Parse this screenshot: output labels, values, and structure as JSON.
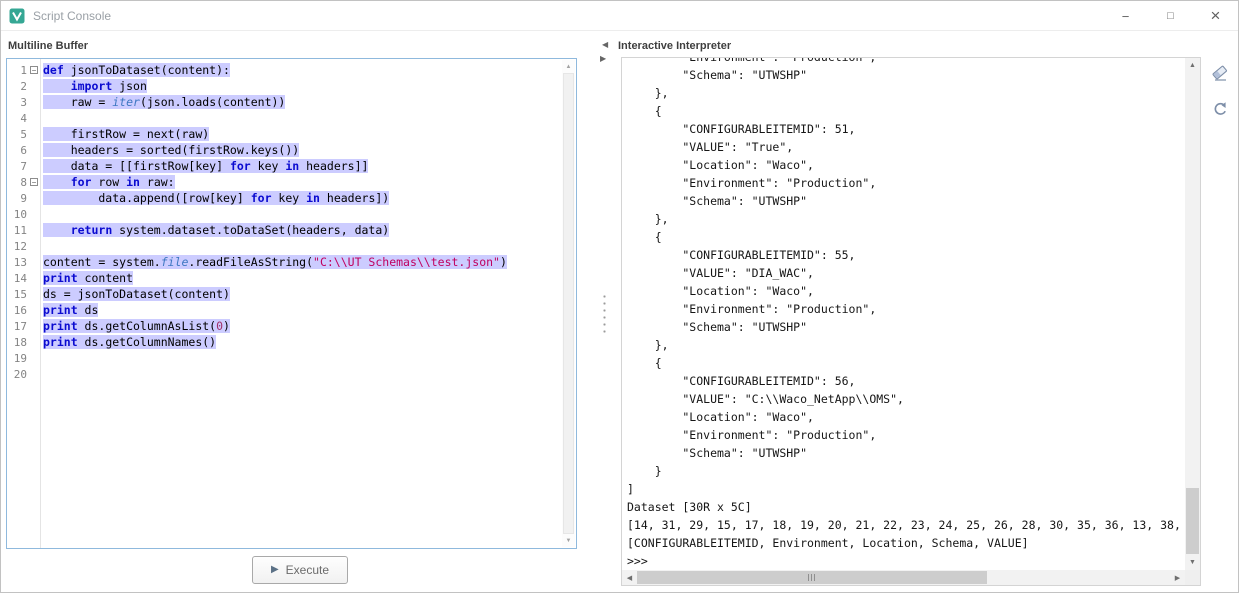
{
  "window": {
    "title": "Script Console"
  },
  "icons": {
    "minimize": "−",
    "maximize": "□",
    "close": "×",
    "play": "▶",
    "collapse_left": "◀",
    "collapse_right": "▶",
    "up": "▲",
    "down": "▼",
    "left": "◀",
    "right": "▶"
  },
  "left_panel": {
    "label": "Multiline Buffer",
    "execute": "Execute"
  },
  "right_panel": {
    "label": "Interactive Interpreter"
  },
  "editor": {
    "lines": [
      {
        "n": "1",
        "fold": true,
        "sel": true,
        "tokens": [
          {
            "c": "kw",
            "t": "def"
          },
          {
            "c": "",
            "t": " jsonToDataset(content):"
          }
        ]
      },
      {
        "n": "2",
        "fold": false,
        "sel": true,
        "tokens": [
          {
            "c": "",
            "t": "    "
          },
          {
            "c": "kw",
            "t": "import"
          },
          {
            "c": "",
            "t": " json"
          }
        ]
      },
      {
        "n": "3",
        "fold": false,
        "sel": true,
        "tokens": [
          {
            "c": "",
            "t": "    raw = "
          },
          {
            "c": "fn",
            "t": "iter"
          },
          {
            "c": "",
            "t": "(json.loads(content))"
          }
        ]
      },
      {
        "n": "4",
        "fold": false,
        "sel": false,
        "tokens": []
      },
      {
        "n": "5",
        "fold": false,
        "sel": true,
        "tokens": [
          {
            "c": "",
            "t": "    firstRow = next(raw)"
          }
        ]
      },
      {
        "n": "6",
        "fold": false,
        "sel": true,
        "tokens": [
          {
            "c": "",
            "t": "    headers = sorted(firstRow.keys())"
          }
        ]
      },
      {
        "n": "7",
        "fold": false,
        "sel": true,
        "tokens": [
          {
            "c": "",
            "t": "    data = [[firstRow[key] "
          },
          {
            "c": "kw",
            "t": "for"
          },
          {
            "c": "",
            "t": " key "
          },
          {
            "c": "kw",
            "t": "in"
          },
          {
            "c": "",
            "t": " headers]]"
          }
        ]
      },
      {
        "n": "8",
        "fold": true,
        "sel": true,
        "tokens": [
          {
            "c": "",
            "t": "    "
          },
          {
            "c": "kw",
            "t": "for"
          },
          {
            "c": "",
            "t": " row "
          },
          {
            "c": "kw",
            "t": "in"
          },
          {
            "c": "",
            "t": " raw:"
          }
        ]
      },
      {
        "n": "9",
        "fold": false,
        "sel": true,
        "tokens": [
          {
            "c": "",
            "t": "        data.append([row[key] "
          },
          {
            "c": "kw",
            "t": "for"
          },
          {
            "c": "",
            "t": " key "
          },
          {
            "c": "kw",
            "t": "in"
          },
          {
            "c": "",
            "t": " headers])"
          }
        ]
      },
      {
        "n": "10",
        "fold": false,
        "sel": false,
        "tokens": []
      },
      {
        "n": "11",
        "fold": false,
        "sel": true,
        "tokens": [
          {
            "c": "",
            "t": "    "
          },
          {
            "c": "kw",
            "t": "return"
          },
          {
            "c": "",
            "t": " system.dataset.toDataSet(headers, data)"
          }
        ]
      },
      {
        "n": "12",
        "fold": false,
        "sel": false,
        "tokens": []
      },
      {
        "n": "13",
        "fold": false,
        "sel": true,
        "tokens": [
          {
            "c": "",
            "t": "content = system."
          },
          {
            "c": "fn",
            "t": "file"
          },
          {
            "c": "",
            "t": ".readFileAsString("
          },
          {
            "c": "str",
            "t": "\"C:\\\\UT Schemas\\\\test.json\""
          },
          {
            "c": "",
            "t": ")"
          }
        ]
      },
      {
        "n": "14",
        "fold": false,
        "sel": true,
        "tokens": [
          {
            "c": "kw",
            "t": "print"
          },
          {
            "c": "",
            "t": " content"
          }
        ]
      },
      {
        "n": "15",
        "fold": false,
        "sel": true,
        "tokens": [
          {
            "c": "",
            "t": "ds = jsonToDataset(content)"
          }
        ]
      },
      {
        "n": "16",
        "fold": false,
        "sel": true,
        "tokens": [
          {
            "c": "kw",
            "t": "print"
          },
          {
            "c": "",
            "t": " ds"
          }
        ]
      },
      {
        "n": "17",
        "fold": false,
        "sel": true,
        "tokens": [
          {
            "c": "kw",
            "t": "print"
          },
          {
            "c": "",
            "t": " ds.getColumnAsList("
          },
          {
            "c": "num",
            "t": "0"
          },
          {
            "c": "",
            "t": ")"
          }
        ]
      },
      {
        "n": "18",
        "fold": false,
        "sel": true,
        "tokens": [
          {
            "c": "kw",
            "t": "print"
          },
          {
            "c": "",
            "t": " ds.getColumnNames()"
          }
        ]
      },
      {
        "n": "19",
        "fold": false,
        "sel": false,
        "tokens": []
      },
      {
        "n": "20",
        "fold": false,
        "sel": false,
        "tokens": []
      }
    ]
  },
  "interpreter": {
    "lines": [
      "        \"Environment\": \"Production\",",
      "        \"Schema\": \"UTWSHP\"",
      "    },",
      "    {",
      "        \"CONFIGURABLEITEMID\": 51,",
      "        \"VALUE\": \"True\",",
      "        \"Location\": \"Waco\",",
      "        \"Environment\": \"Production\",",
      "        \"Schema\": \"UTWSHP\"",
      "    },",
      "    {",
      "        \"CONFIGURABLEITEMID\": 55,",
      "        \"VALUE\": \"DIA_WAC\",",
      "        \"Location\": \"Waco\",",
      "        \"Environment\": \"Production\",",
      "        \"Schema\": \"UTWSHP\"",
      "    },",
      "    {",
      "        \"CONFIGURABLEITEMID\": 56,",
      "        \"VALUE\": \"C:\\\\Waco_NetApp\\\\OMS\",",
      "        \"Location\": \"Waco\",",
      "        \"Environment\": \"Production\",",
      "        \"Schema\": \"UTWSHP\"",
      "    }",
      "]",
      "Dataset [30R x 5C]",
      "[14, 31, 29, 15, 17, 18, 19, 20, 21, 22, 23, 24, 25, 26, 28, 30, 35, 36, 13, 38,",
      "[CONFIGURABLEITEMID, Environment, Location, Schema, VALUE]",
      ">>> "
    ]
  },
  "colors": {
    "selection": "#ccccff",
    "keyword": "#0b0bd0",
    "builtin": "#3d77c2",
    "string": "#c00060",
    "number": "#a0306a",
    "editor_border": "#8fb9dd",
    "app_icon_teal": "#35a794"
  }
}
